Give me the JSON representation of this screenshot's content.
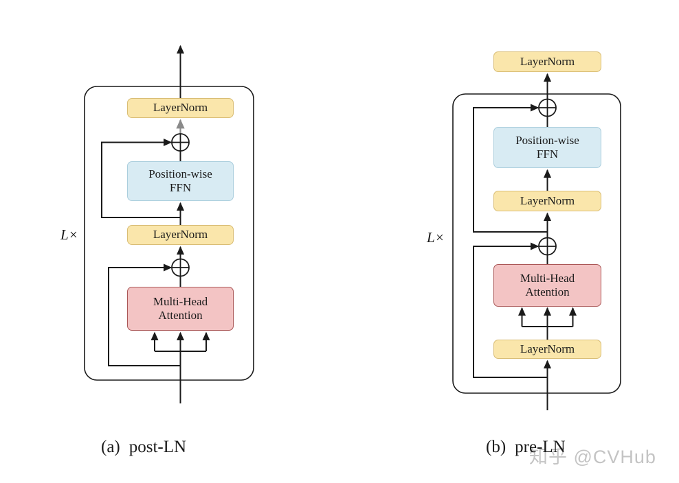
{
  "colors": {
    "background": "#ffffff",
    "line": "#1a1a1a",
    "gray_arrow": "#8a8a8a",
    "text": "#1a1a1a",
    "layernorm_fill": "#fae6ab",
    "layernorm_stroke": "#d9bd75",
    "ffn_fill": "#d8ebf3",
    "ffn_stroke": "#aacedd",
    "mha_fill": "#f3c4c4",
    "mha_stroke": "#aa5757",
    "watermark": "#c4c4c4"
  },
  "post_ln": {
    "loop_label": "L×",
    "caption_label": "(a)",
    "caption_text": "post-LN",
    "blocks": {
      "layernorm_top": "LayerNorm",
      "ffn": "Position-wise\nFFN",
      "layernorm_mid": "LayerNorm",
      "mha": "Multi-Head\nAttention"
    }
  },
  "pre_ln": {
    "loop_label": "L×",
    "caption_label": "(b)",
    "caption_text": "pre-LN",
    "blocks": {
      "layernorm_out": "LayerNorm",
      "ffn": "Position-wise\nFFN",
      "layernorm_mid": "LayerNorm",
      "mha": "Multi-Head\nAttention",
      "layernorm_in": "LayerNorm"
    }
  },
  "watermark": "知乎 @CVHub"
}
